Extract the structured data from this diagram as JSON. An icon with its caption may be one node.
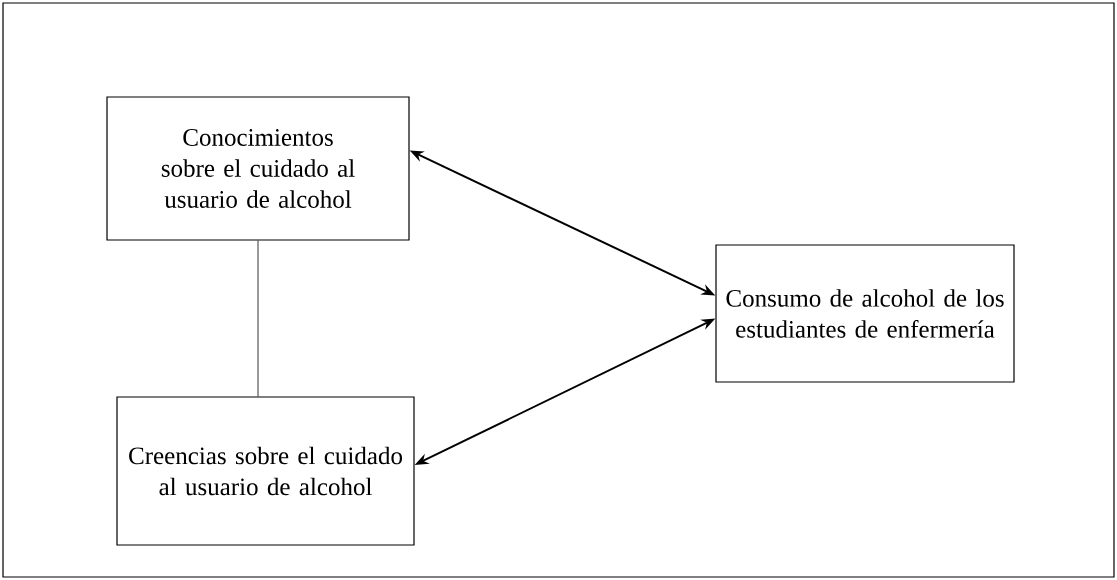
{
  "diagram": {
    "nodes": [
      {
        "text": [
          "Conocimientos sobre el cuidado al usuario de alcohol"
        ]
      },
      {
        "text": [
          "Consumo de alcohol de los estudiantes de enfermería"
        ]
      },
      {
        "text": [
          "Creencias sobre el cuidado al usuario de alcohol"
        ]
      }
    ],
    "edges": [
      {
        "from": 0,
        "to": 1,
        "arrow": "both"
      },
      {
        "from": 2,
        "to": 1,
        "arrow": "both"
      },
      {
        "from": 0,
        "to": 2,
        "arrow": "none"
      }
    ]
  }
}
